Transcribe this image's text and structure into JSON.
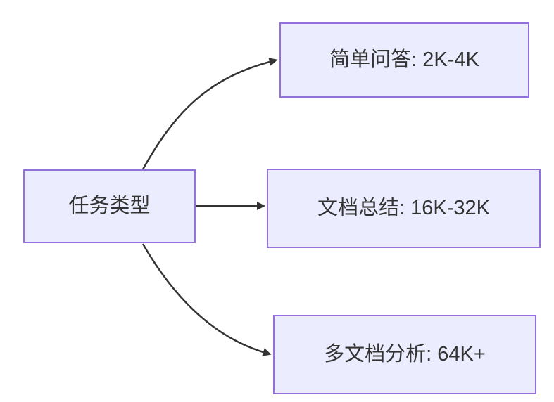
{
  "diagram": {
    "type": "flowchart",
    "direction": "left-to-right",
    "nodes": [
      {
        "id": "task-type",
        "label": "任务类型"
      },
      {
        "id": "simple-qa",
        "label": "简单问答: 2K-4K"
      },
      {
        "id": "doc-summary",
        "label": "文档总结: 16K-32K"
      },
      {
        "id": "multi-doc",
        "label": "多文档分析: 64K+"
      }
    ],
    "edges": [
      {
        "from": "task-type",
        "to": "simple-qa",
        "arrow": "filled-triangle"
      },
      {
        "from": "task-type",
        "to": "doc-summary",
        "arrow": "filled-triangle"
      },
      {
        "from": "task-type",
        "to": "multi-doc",
        "arrow": "filled-triangle"
      }
    ],
    "colors": {
      "node_fill": "#ECECFF",
      "node_border": "#9370DB",
      "edge_line": "#333333",
      "node_text": "#333333",
      "background": "#FFFFFF"
    }
  }
}
